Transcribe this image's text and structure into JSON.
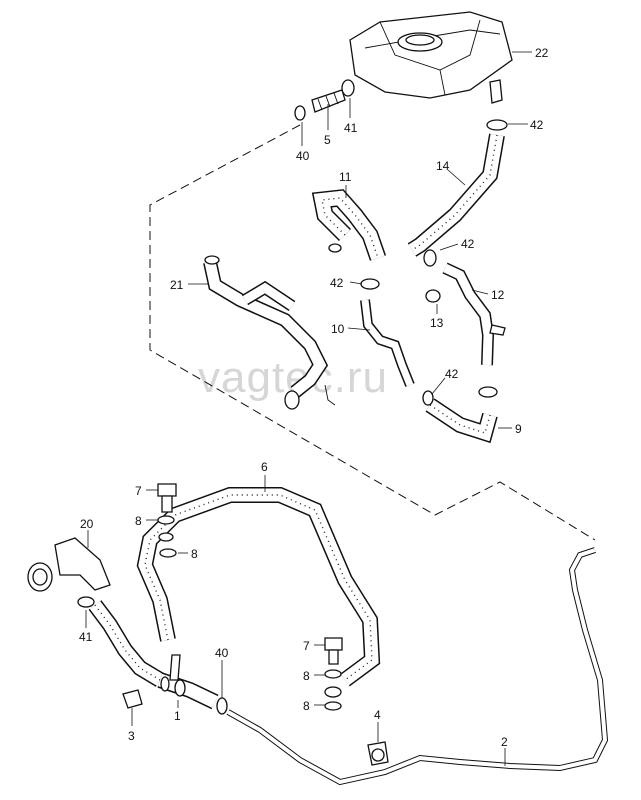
{
  "watermark": "vagtec.ru",
  "callouts": {
    "c22": "22",
    "c5": "5",
    "c41a": "41",
    "c40a": "40",
    "c42a": "42",
    "c14": "14",
    "c11": "11",
    "c42b": "42",
    "c21": "21",
    "c42c": "42",
    "c12": "12",
    "c13": "13",
    "c10": "10",
    "c42d": "42",
    "c9": "9",
    "c6": "6",
    "c7a": "7",
    "c8a": "8",
    "c8b": "8",
    "c20": "20",
    "c41b": "41",
    "c40b": "40",
    "c7b": "7",
    "c8c": "8",
    "c8d": "8",
    "c1": "1",
    "c3": "3",
    "c4": "4",
    "c2": "2"
  }
}
